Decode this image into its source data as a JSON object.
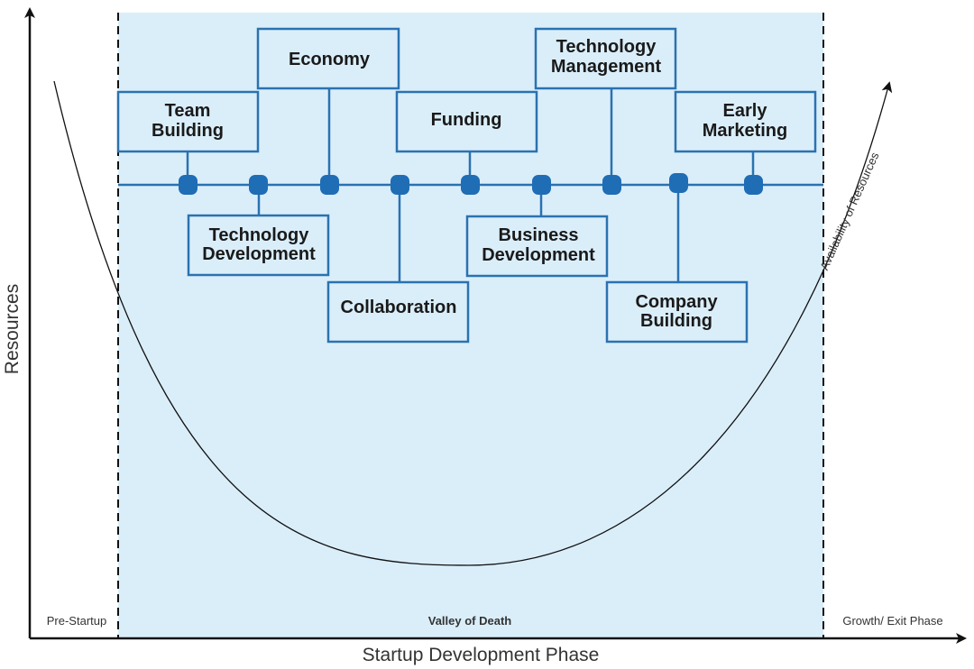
{
  "axes": {
    "y_label": "Resources",
    "x_label": "Startup Development Phase",
    "curve_label": "Availability of Resources"
  },
  "phases": {
    "left": "Pre-Startup",
    "middle": "Valley of Death",
    "right": "Growth/ Exit Phase"
  },
  "activities": {
    "team_building": [
      "Team",
      "Building"
    ],
    "technology_development": [
      "Technology",
      "Development"
    ],
    "economy": "Economy",
    "collaboration": "Collaboration",
    "funding": "Funding",
    "business_development": [
      "Business",
      "Development"
    ],
    "technology_management": [
      "Technology",
      "Management"
    ],
    "company_building": [
      "Company",
      "Building"
    ],
    "early_marketing": [
      "Early",
      "Marketing"
    ]
  },
  "colors": {
    "valley_fill": "#daeefa",
    "accent": "#2a72b0",
    "node": "#1f6db5"
  }
}
